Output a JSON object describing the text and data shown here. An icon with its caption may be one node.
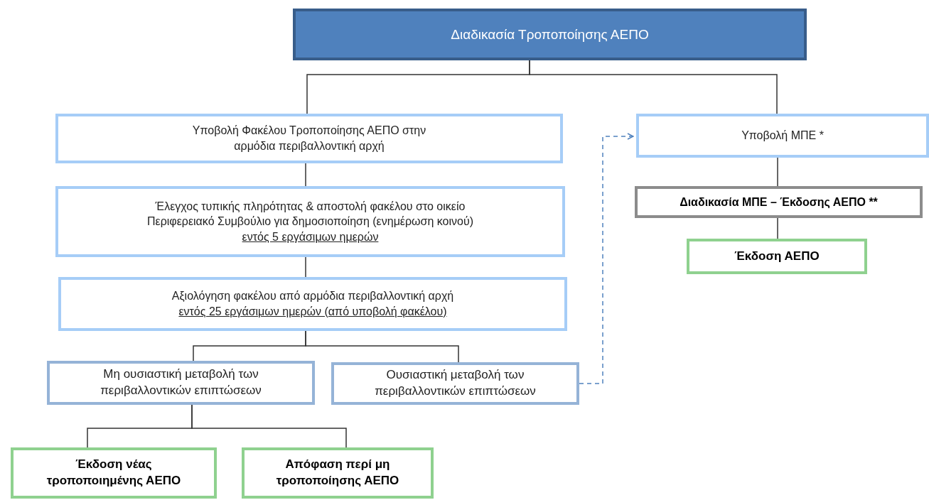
{
  "diagram": {
    "nodes": [
      {
        "text": [
          "Διαδικασία Τροποποίησης ΑΕΠΟ"
        ]
      },
      {
        "text": [
          "Υποβολή Φακέλου Τροποποίησης ΑΕΠΟ στην αρμόδια περιβαλλοντική αρχή"
        ]
      },
      {
        "text": [
          "Έλεγχος τυπικής πληρότητας & αποστολή φακέλου στο οικείο Περιφερειακό Συμβούλιο για δημοσιοποίηση (ενημέρωση κοινού)",
          "εντός 5 εργάσιμων ημερών"
        ]
      },
      {
        "text": [
          "Αξιολόγηση φακέλου από αρμόδια περιβαλλοντική αρχή",
          "εντός 25 εργάσιμων ημερών (από υποβολή φακέλου)"
        ]
      },
      {
        "text": [
          "Μη ουσιαστική μεταβολή των περιβαλλοντικών επιπτώσεων"
        ]
      },
      {
        "text": [
          "Ουσιαστική μεταβολή των περιβαλλοντικών επιπτώσεων"
        ]
      },
      {
        "text": [
          "Έκδοση νέας τροποποιημένης ΑΕΠΟ"
        ]
      },
      {
        "text": [
          "Απόφαση περί μη τροποποίησης ΑΕΠΟ"
        ]
      },
      {
        "text": [
          "Υποβολή ΜΠΕ *"
        ]
      },
      {
        "text": [
          "Διαδικασία ΜΠΕ – Έκδοσης ΑΕΠΟ **"
        ]
      },
      {
        "text": [
          "Έκδοση ΑΕΠΟ"
        ]
      }
    ],
    "edges": [
      {
        "from": 0,
        "to": 1,
        "arrow": "none"
      },
      {
        "from": 0,
        "to": 8,
        "arrow": "none"
      },
      {
        "from": 1,
        "to": 2,
        "arrow": "none"
      },
      {
        "from": 2,
        "to": 3,
        "arrow": "none"
      },
      {
        "from": 3,
        "to": 4,
        "arrow": "none"
      },
      {
        "from": 3,
        "to": 5,
        "arrow": "none"
      },
      {
        "from": 4,
        "to": 6,
        "arrow": "none"
      },
      {
        "from": 4,
        "to": 7,
        "arrow": "none"
      },
      {
        "from": 5,
        "to": 8,
        "arrow": "to",
        "style": "dashed",
        "color": "#4f81bd"
      },
      {
        "from": 8,
        "to": 9,
        "arrow": "none"
      },
      {
        "from": 9,
        "to": 10,
        "arrow": "none"
      }
    ]
  }
}
